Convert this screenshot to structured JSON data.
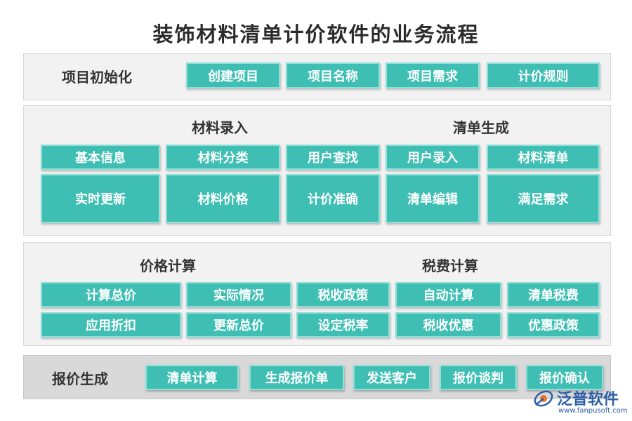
{
  "title": "装饰材料清单计价软件的业务流程",
  "sections": {
    "init": {
      "label": "项目初始化",
      "items": [
        "创建项目",
        "项目名称",
        "项目需求",
        "计价规则"
      ]
    },
    "material": {
      "label": "材料录入",
      "items": [
        "基本信息",
        "材料分类",
        "实时更新",
        "材料价格"
      ]
    },
    "shared": {
      "items": [
        "用户查找",
        "计价准确"
      ]
    },
    "list": {
      "label": "清单生成",
      "items": [
        "用户录入",
        "材料清单",
        "清单编辑",
        "满足需求"
      ]
    },
    "price": {
      "label": "价格计算",
      "items": [
        "计算总价",
        "实际情况",
        "应用折扣",
        "更新总价"
      ]
    },
    "shared2": {
      "items": [
        "税收政策",
        "设定税率"
      ]
    },
    "tax": {
      "label": "税费计算",
      "items": [
        "自动计算",
        "清单税费",
        "税收优惠",
        "优惠政策"
      ]
    },
    "quote": {
      "label": "报价生成",
      "items": [
        "清单计算",
        "生成报价单",
        "发送客户",
        "报价谈判",
        "报价确认"
      ]
    }
  },
  "watermark": {
    "name": "泛普软件",
    "url": "www.fanpusoft.com",
    "logo_icon": "fanpu-logo-icon",
    "brand_color": "#2d5fa8"
  },
  "colors": {
    "box_fill": "#3fbfb3",
    "box_border": "#8fe0d8",
    "panel_light": "#f2f2f2",
    "panel_dark": "#d9d9d9"
  }
}
